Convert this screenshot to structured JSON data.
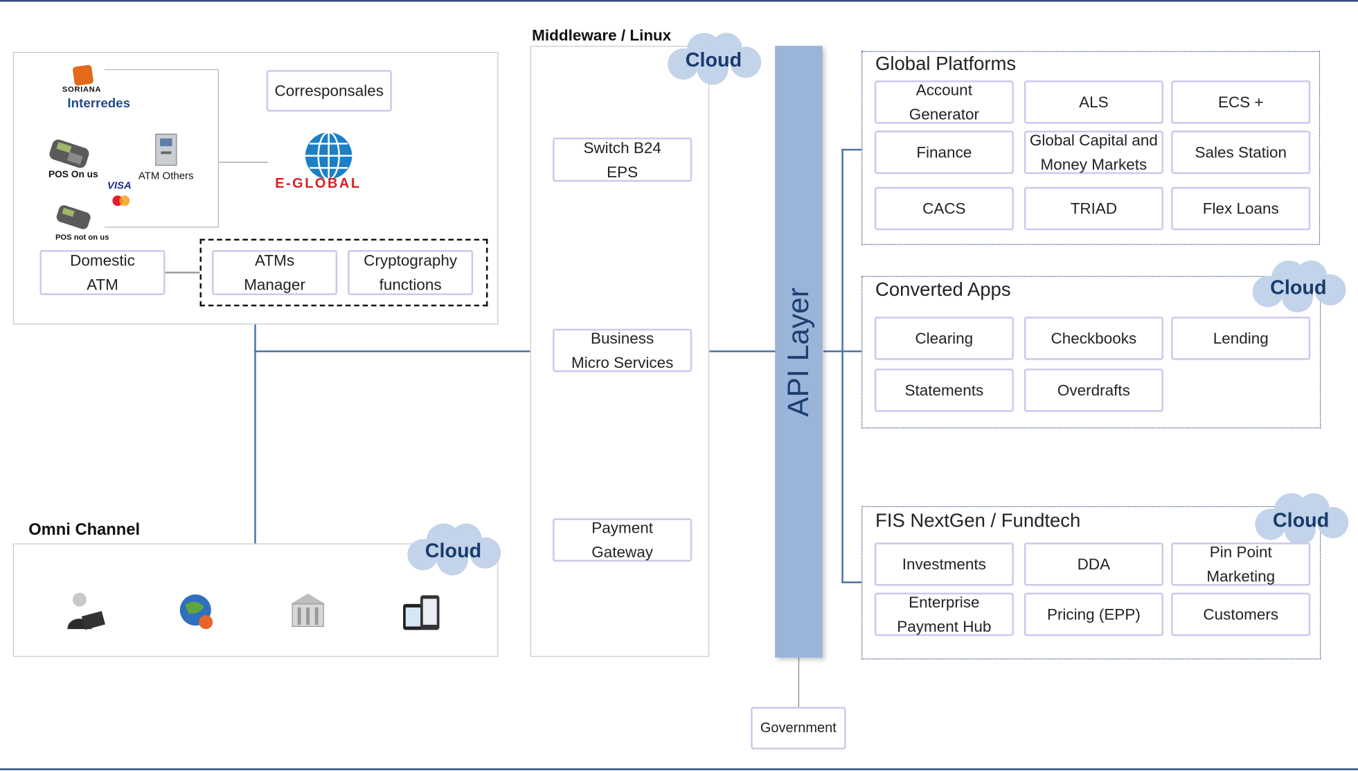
{
  "left_panel": {
    "brand_top": "SORIANA",
    "brand_name": "Interredes",
    "pos_on_us": "POS  On us",
    "atm_others": "ATM Others",
    "visa": "VISA",
    "pos_not_on_us": "POS not on us",
    "corresponsales": "Corresponsales",
    "eglobal": "E-GLOBAL",
    "domestic_atm": "Domestic\nATM",
    "atms_manager": "ATMs\nManager",
    "cryptography": "Cryptography\nfunctions"
  },
  "omni": {
    "title": "Omni Channel",
    "cloud": "Cloud"
  },
  "middleware": {
    "title": "Middleware / Linux",
    "cloud": "Cloud",
    "switch": "Switch B24\nEPS",
    "business": "Business\nMicro Services",
    "payment": "Payment\nGateway"
  },
  "api": {
    "label": "API Layer"
  },
  "government": "Government",
  "global_platforms": {
    "title": "Global Platforms",
    "items": [
      "Account\nGenerator",
      "ALS",
      "ECS +",
      "Finance",
      "Global Capital and\nMoney Markets",
      "Sales Station",
      "CACS",
      "TRIAD",
      "Flex Loans"
    ]
  },
  "converted_apps": {
    "title": "Converted Apps",
    "cloud": "Cloud",
    "items": [
      "Clearing",
      "Checkbooks",
      "Lending",
      "Statements",
      "Overdrafts"
    ]
  },
  "fis": {
    "title": "FIS NextGen / Fundtech",
    "cloud": "Cloud",
    "items": [
      "Investments",
      "DDA",
      "Pin Point\nMarketing",
      "Enterprise\nPayment Hub",
      "Pricing (EPP)",
      "Customers"
    ]
  }
}
